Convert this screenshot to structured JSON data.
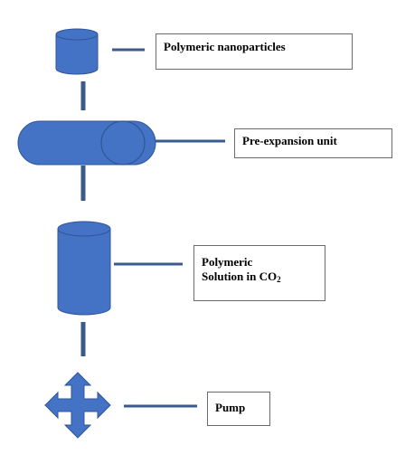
{
  "colors": {
    "shape_fill": "#4472c4",
    "shape_stroke": "#2f5597",
    "connector": "#3a5a8c",
    "box_border": "#6b6b6b"
  },
  "shapes": [
    {
      "id": "nanoparticles-cylinder",
      "kind": "cylinder"
    },
    {
      "id": "pre-expansion-capsule",
      "kind": "horizontal-cylinder"
    },
    {
      "id": "solution-cylinder",
      "kind": "tall-cylinder"
    },
    {
      "id": "pump-shape",
      "kind": "four-arrow-cross"
    }
  ],
  "labels": {
    "nanoparticles": "Polymeric nanoparticles",
    "pre_expansion": "Pre-expansion unit",
    "solution_line1": "Polymeric",
    "solution_line2": "Solution in CO",
    "solution_subscript": "2",
    "pump": "Pump"
  }
}
